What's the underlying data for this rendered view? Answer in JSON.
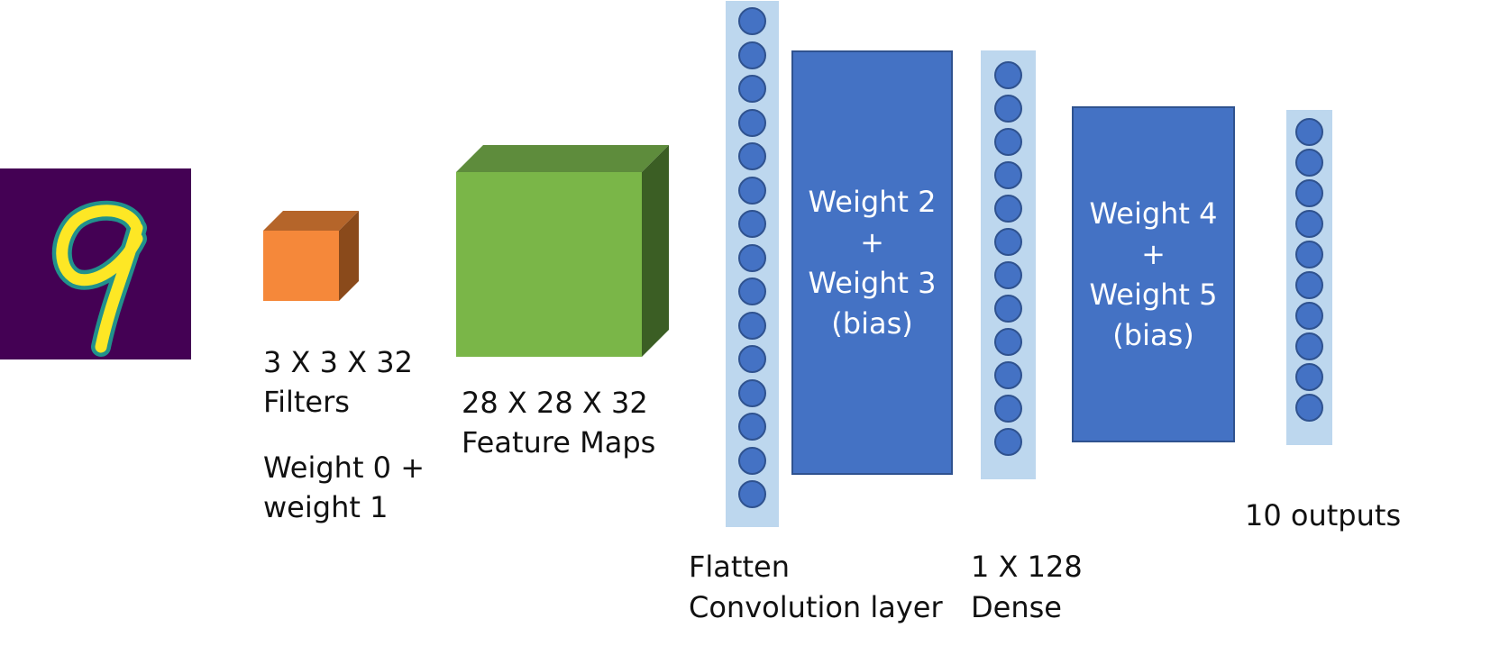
{
  "input_image": {
    "depicts": "handwritten digit 9",
    "background": "#440154",
    "stroke": "#fde725",
    "edge": "#21918c"
  },
  "filters": {
    "dims": "3 X 3 X 32",
    "name": "Filters",
    "weights_line1": "Weight 0 +",
    "weights_line2": "weight 1",
    "color": "#f5883a"
  },
  "feature_maps": {
    "dims": "28 X 28 X 32",
    "name": "Feature Maps",
    "color": "#7ab648"
  },
  "flatten": {
    "line1": "Flatten",
    "line2": "Convolution layer",
    "neurons": 15
  },
  "weight_block_1": {
    "line1": "Weight 2",
    "line2": "+",
    "line3": "Weight 3",
    "line4": "(bias)"
  },
  "dense": {
    "dims": "1 X 128",
    "name": "Dense",
    "neurons": 12
  },
  "weight_block_2": {
    "line1": "Weight 4",
    "line2": "+",
    "line3": "Weight 5",
    "line4": "(bias)"
  },
  "output": {
    "label": "10 outputs",
    "neurons": 10
  },
  "colors": {
    "neuron": "#4472c4",
    "column": "#bdd7ee",
    "weight_box": "#4472c4"
  }
}
